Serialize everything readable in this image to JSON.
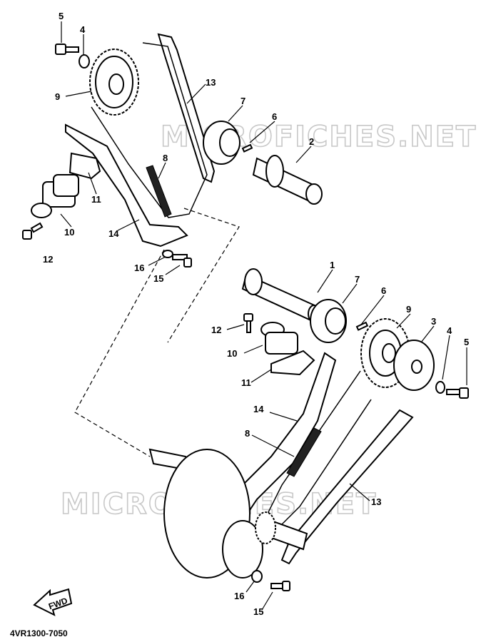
{
  "diagram": {
    "watermark": "MICROFICHES.NET",
    "drawing_code": "4VR1300-7050",
    "fwd_label": "FWD",
    "upper_callouts": [
      "5",
      "4",
      "9",
      "13",
      "7",
      "6",
      "2",
      "8",
      "11",
      "10",
      "12",
      "14",
      "16",
      "15"
    ],
    "lower_callouts": [
      "1",
      "7",
      "6",
      "9",
      "3",
      "4",
      "5",
      "12",
      "10",
      "11",
      "14",
      "8",
      "13",
      "16",
      "15"
    ]
  }
}
